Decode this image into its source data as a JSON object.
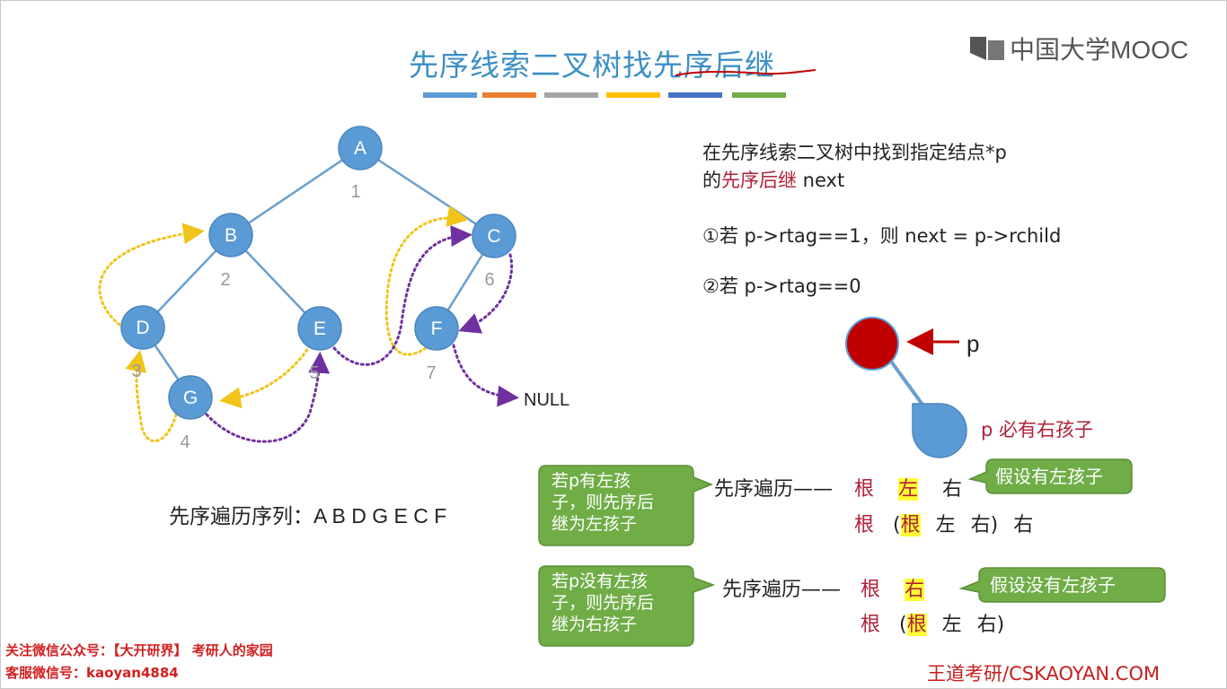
{
  "title": {
    "part1": "先序线索二叉树找",
    "part2": "先序后继"
  },
  "title_bar_colors": [
    "#5b9bd5",
    "#ed7d31",
    "#a5a5a5",
    "#ffc000",
    "#4472c4",
    "#70ad47"
  ],
  "logo": {
    "text": "中国大学MOOC"
  },
  "tree": {
    "nodes": [
      {
        "id": "A",
        "label": "A",
        "order": "1"
      },
      {
        "id": "B",
        "label": "B",
        "order": "2"
      },
      {
        "id": "C",
        "label": "C",
        "order": "6"
      },
      {
        "id": "D",
        "label": "D",
        "order": "3"
      },
      {
        "id": "E",
        "label": "E",
        "order": "5"
      },
      {
        "id": "F",
        "label": "F",
        "order": "7"
      },
      {
        "id": "G",
        "label": "G",
        "order": "4"
      }
    ],
    "null_label": "NULL",
    "node_color": "#5b9bd5",
    "edge_color": "#6a9fce",
    "pred_thread_color": "#f0c419",
    "succ_thread_color": "#7030a0"
  },
  "sequence": {
    "label": "先序遍历序列：",
    "value": "A B D G E C F"
  },
  "desc": {
    "line1": "在先序线索二叉树中找到指定结点*p",
    "line2_pre": "的",
    "line2_red": "先序后继",
    "line2_post": " next",
    "rule1": "①若 p->rtag==1，则 next = p->rchild",
    "rule2": "②若 p->rtag==0"
  },
  "pdiagram": {
    "p_label": "p",
    "note_p": "p",
    "note_rest": "必有右孩子",
    "p_color": "#c00000",
    "child_color": "#5b9bd5"
  },
  "case1": {
    "callout": [
      "若p有左孩",
      "子，则先序后",
      "继为左孩子"
    ],
    "traversal_label": "先序遍历——",
    "row1": {
      "root": "根",
      "left": "左",
      "right": "右"
    },
    "row2": {
      "root": "根",
      "open": "(",
      "root2": "根",
      "left": "左",
      "right": "右)",
      "tail": "右"
    },
    "assume": "假设有左孩子"
  },
  "case2": {
    "callout": [
      "若p没有左孩",
      "子，则先序后",
      "继为右孩子"
    ],
    "traversal_label": "先序遍历——",
    "row1": {
      "root": "根",
      "right": "右"
    },
    "row2": {
      "root": "根",
      "open": "(",
      "root2": "根",
      "left": "左",
      "right": "右)"
    },
    "assume": "假设没有左孩子"
  },
  "callout_color": "#70ad47",
  "watermark": {
    "line1": "关注微信公众号：【大开研界】 考研人的家园",
    "line2": "客服微信号：kaoyan4884"
  },
  "brand": "王道考研/CSKAOYAN.COM"
}
